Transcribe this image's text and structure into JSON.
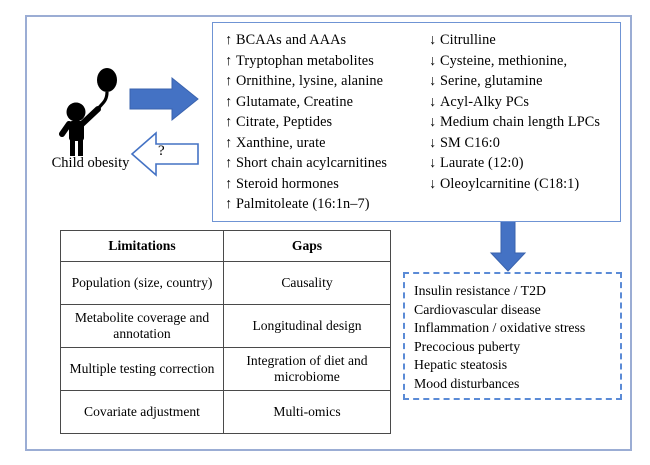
{
  "figure": {
    "source_label": "Child obesity",
    "question_mark": "?",
    "colors": {
      "arrow_blue": "#4472C4",
      "frame_blue": "#9BADD4",
      "box_border_blue": "#6F94D4",
      "dashed_blue": "#5B8BD6",
      "table_border": "#4A4A4A"
    }
  },
  "metabolites": {
    "increased": [
      {
        "glyph": "↑",
        "text": "BCAAs and AAAs"
      },
      {
        "glyph": "↑",
        "text": "Tryptophan metabolites"
      },
      {
        "glyph": "↑",
        "text": "Ornithine, lysine, alanine"
      },
      {
        "glyph": "↑",
        "text": "Glutamate, Creatine"
      },
      {
        "glyph": "↑",
        "text": "Citrate, Peptides"
      },
      {
        "glyph": "↑",
        "text": "Xanthine, urate"
      },
      {
        "glyph": "↑",
        "text": "Short chain acylcarnitines"
      },
      {
        "glyph": "↑",
        "text": "Steroid hormones"
      },
      {
        "glyph": "↑",
        "text": "Palmitoleate (16:1n–7)"
      }
    ],
    "decreased": [
      {
        "glyph": "↓",
        "text": "Citrulline"
      },
      {
        "glyph": "↓",
        "text": "Cysteine, methionine,"
      },
      {
        "glyph": "↓",
        "text": "Serine, glutamine"
      },
      {
        "glyph": "↓",
        "text": "Acyl-Alky PCs"
      },
      {
        "glyph": "↓",
        "text": "Medium chain length LPCs"
      },
      {
        "glyph": "↓",
        "text": "SM C16:0"
      },
      {
        "glyph": "↓",
        "text": "Laurate (12:0)"
      },
      {
        "glyph": "↓",
        "text": "Oleoylcarnitine (C18:1)"
      }
    ]
  },
  "table": {
    "headers": [
      "Limitations",
      "Gaps"
    ],
    "rows": [
      [
        "Population (size, country)",
        "Causality"
      ],
      [
        "Metabolite coverage and annotation",
        "Longitudinal  design"
      ],
      [
        "Multiple  testing correction",
        "Integration of diet and microbiome"
      ],
      [
        "Covariate adjustment",
        "Multi-omics"
      ]
    ]
  },
  "outcomes": {
    "items": [
      "Insulin resistance / T2D",
      "Cardiovascular disease",
      "Inflammation / oxidative stress",
      "Precocious puberty",
      "Hepatic steatosis",
      "Mood disturbances"
    ]
  }
}
